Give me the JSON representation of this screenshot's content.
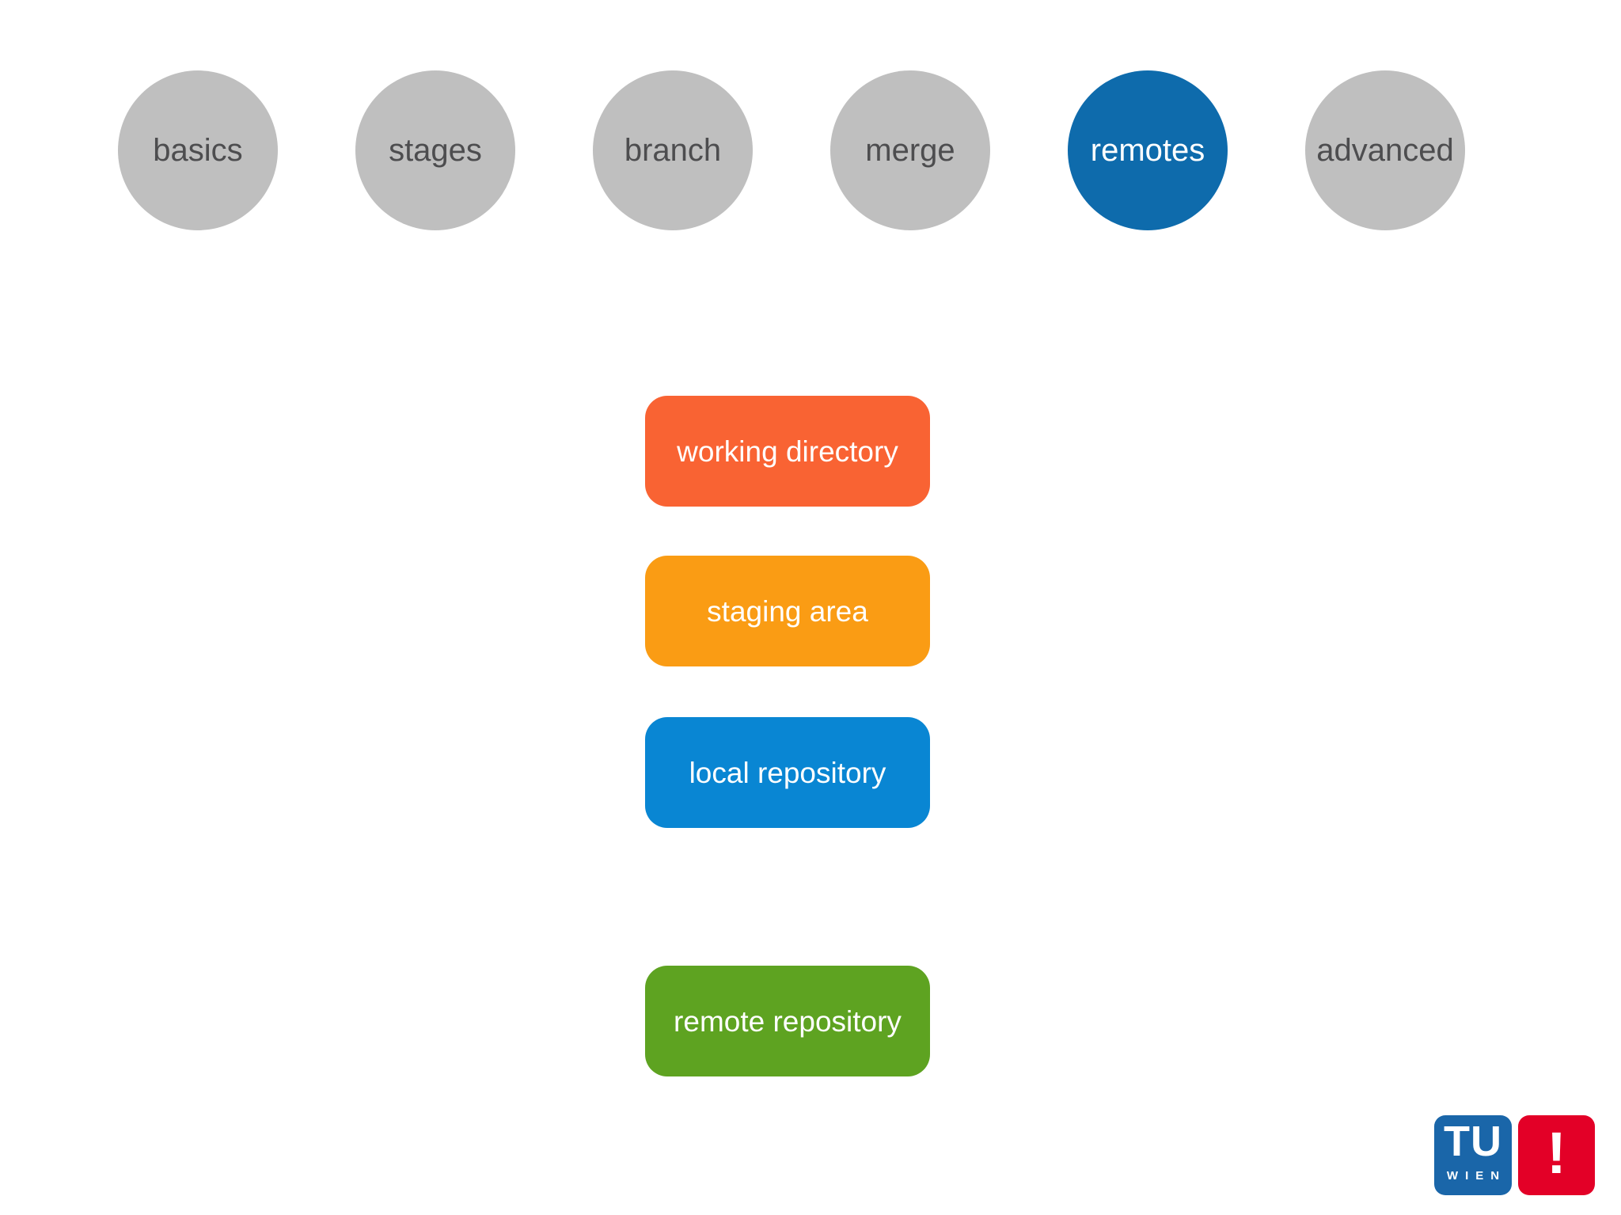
{
  "page": {
    "background_color": "#FFFFFF"
  },
  "nav": {
    "items": [
      {
        "label": "basics",
        "active": false,
        "bg": "#BFBFBF",
        "text_color": "#4D4D4F"
      },
      {
        "label": "stages",
        "active": false,
        "bg": "#BFBFBF",
        "text_color": "#4D4D4F"
      },
      {
        "label": "branch",
        "active": false,
        "bg": "#BFBFBF",
        "text_color": "#4D4D4F"
      },
      {
        "label": "merge",
        "active": false,
        "bg": "#BFBFBF",
        "text_color": "#4D4D4F"
      },
      {
        "label": "remotes",
        "active": true,
        "bg": "#0E6BAC",
        "text_color": "#FFFFFF"
      },
      {
        "label": "advanced",
        "active": false,
        "bg": "#BFBFBF",
        "text_color": "#4D4D4F"
      }
    ],
    "active_item": "remotes",
    "colors": {
      "inactive_bg": "#BFBFBF",
      "inactive_text": "#4D4D4F",
      "active_bg": "#0E6BAC",
      "active_text": "#FFFFFF"
    }
  },
  "diagram": {
    "nodes": [
      {
        "label": "working directory",
        "bg": "#F96333",
        "text_color": "#FFFFFF"
      },
      {
        "label": "staging area",
        "bg": "#FA9C14",
        "text_color": "#FFFFFF"
      },
      {
        "label": "local repository",
        "bg": "#0986D3",
        "text_color": "#FFFFFF"
      },
      {
        "label": "remote repository",
        "bg": "#5EA321",
        "text_color": "#FFFFFF"
      }
    ]
  },
  "logo": {
    "tu": "TU",
    "wien": "WIEN",
    "mark": "!",
    "tu_bg": "#1A66A9",
    "mark_bg": "#E30027",
    "text_color": "#FFFFFF"
  }
}
